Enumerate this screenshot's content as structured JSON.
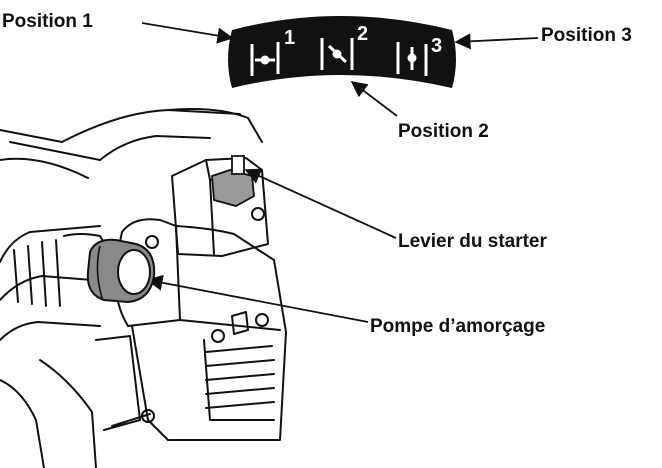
{
  "labels": {
    "position_1": "Position 1",
    "position_2": "Position 2",
    "position_3": "Position 3",
    "choke_lever": "Levier du starter",
    "primer_bulb": "Pompe d’amorçage"
  },
  "selector": {
    "digits": [
      "1",
      "2",
      "3"
    ]
  },
  "colors": {
    "ink": "#111111",
    "plate": "#111111",
    "primer": "#8a8a8a",
    "lever": "#9a9a9a",
    "background": "#ffffff"
  }
}
